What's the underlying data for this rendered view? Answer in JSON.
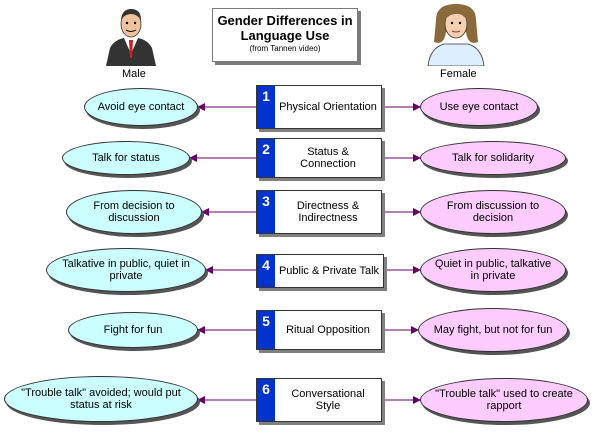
{
  "title": {
    "main": "Gender Differences in Language Use",
    "sub": "(from Tannen video)"
  },
  "labels": {
    "male": "Male",
    "female": "Female"
  },
  "colors": {
    "male_oval": "#ccffff",
    "female_oval": "#ffccff",
    "number_box": "#0033cc",
    "arrow": "#660066"
  },
  "rows": [
    {
      "num": "1",
      "category": "Physical Orientation",
      "male": "Avoid eye contact",
      "female": "Use eye contact"
    },
    {
      "num": "2",
      "category": "Status & Connection",
      "male": "Talk for status",
      "female": "Talk for solidarity"
    },
    {
      "num": "3",
      "category": "Directness & Indirectness",
      "male": "From decision to discussion",
      "female": "From discussion to decision"
    },
    {
      "num": "4",
      "category": "Public & Private Talk",
      "male": "Talkative in public, quiet in private",
      "female": "Quiet in public, talkative in private"
    },
    {
      "num": "5",
      "category": "Ritual Opposition",
      "male": "Fight for fun",
      "female": "May fight, but not for fun"
    },
    {
      "num": "6",
      "category": "Conversational Style",
      "male": "\"Trouble talk\" avoided; would put status at risk",
      "female": "\"Trouble talk\" used to create rapport"
    }
  ]
}
